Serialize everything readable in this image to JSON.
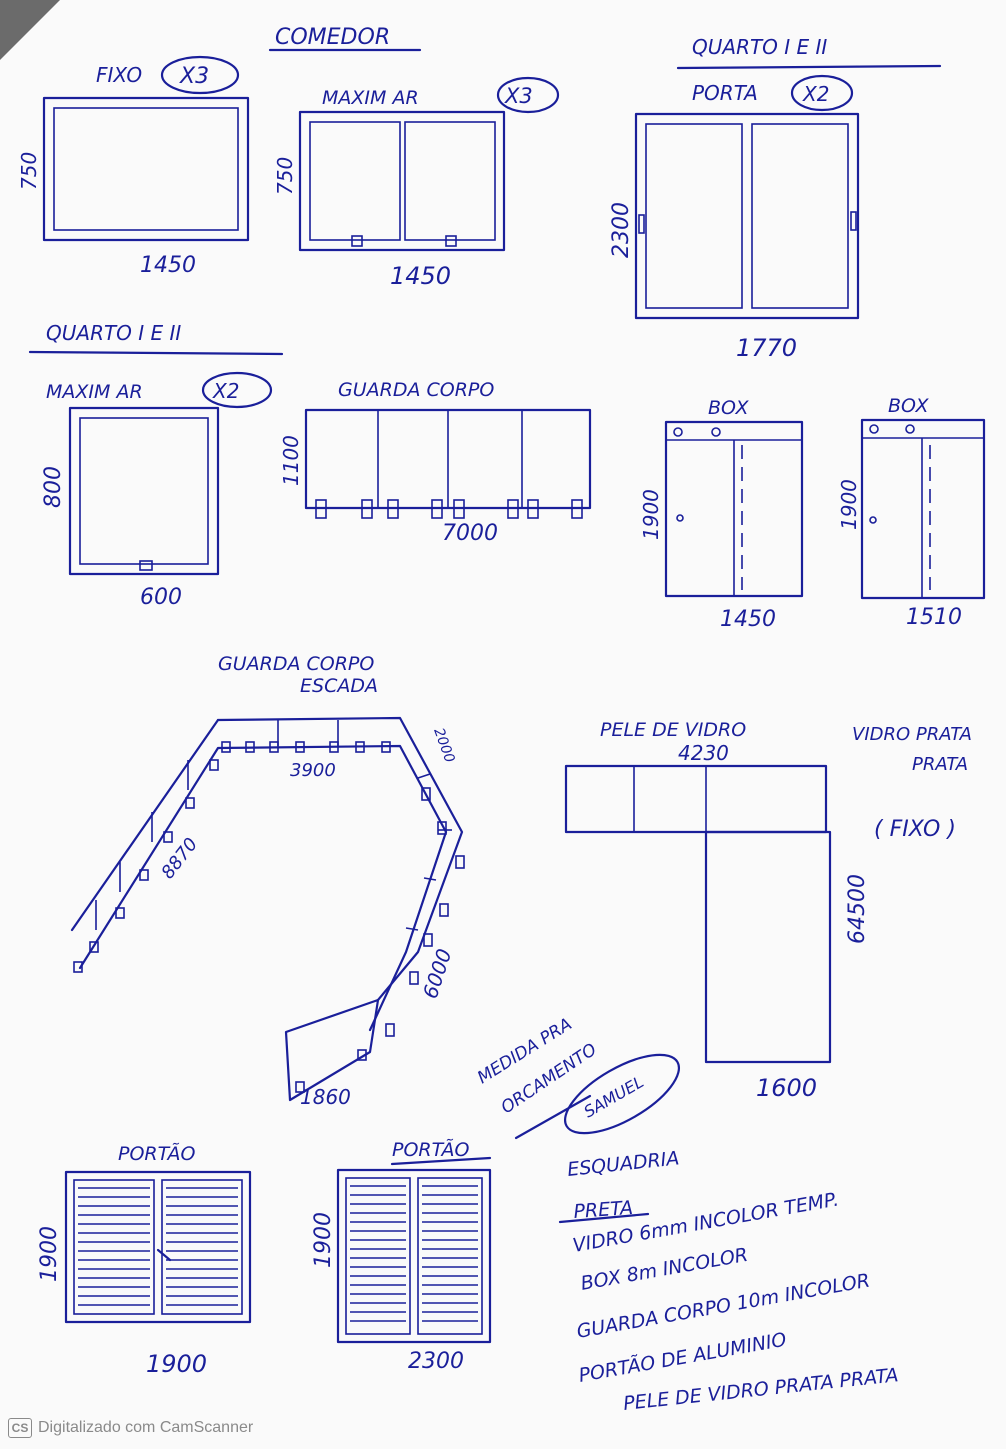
{
  "titles": {
    "comedor": "COMEDOR",
    "quarto_top": "QUARTO I E II",
    "quarto_mid": "QUARTO I E II",
    "guarda_corpo_escada_1": "GUARDA CORPO",
    "guarda_corpo_escada_2": "ESCADA"
  },
  "items": {
    "fixo": {
      "label": "FIXO",
      "qty": "X3",
      "height": "750",
      "width": "1450"
    },
    "maxim_ar_comedor": {
      "label": "MAXIM AR",
      "qty": "X3",
      "height": "750",
      "width": "1450"
    },
    "porta": {
      "label": "PORTA",
      "qty": "X2",
      "height": "2300",
      "width": "1770"
    },
    "maxim_ar_quarto": {
      "label": "MAXIM AR",
      "qty": "X2",
      "height": "800",
      "width": "600"
    },
    "guarda_corpo": {
      "label": "GUARDA CORPO",
      "height": "1100",
      "width": "7000"
    },
    "box_1": {
      "label": "BOX",
      "height": "1900",
      "width": "1450"
    },
    "box_2": {
      "label": "BOX",
      "height": "1900",
      "width": "1510"
    },
    "escada": {
      "seg_top": "3900",
      "seg_left": "8870",
      "seg_right_top": "2000",
      "seg_right": "6000",
      "seg_bottom": "1860"
    },
    "pele_de_vidro": {
      "label": "PELE DE VIDRO",
      "width_top": "4230",
      "height": "64500",
      "width_bottom": "1600"
    },
    "vidro_prata_1": "VIDRO PRATA",
    "vidro_prata_2": "PRATA",
    "fixo_note": "( FIXO )",
    "portao_1": {
      "label": "PORTÃO",
      "height": "1900",
      "width": "1900"
    },
    "portao_2": {
      "label": "PORTÃO",
      "height": "1900",
      "width": "2300"
    }
  },
  "stamp": {
    "line1": "MEDIDA PRA",
    "line2": "ORCAMENTO",
    "signature": "SAMUEL"
  },
  "notes": {
    "line1": "ESQUADRIA",
    "line2": "PRETA",
    "line3": "VIDRO 6mm INCOLOR TEMP.",
    "line4": "BOX 8m INCOLOR",
    "line5": "GUARDA CORPO 10m INCOLOR",
    "line6": "PORTÃO DE ALUMINIO",
    "line7": "PELE DE VIDRO PRATA PRATA"
  },
  "footer": {
    "icon": "CS",
    "text": "Digitalizado com CamScanner"
  },
  "colors": {
    "ink": "#1a1f9a",
    "paper": "#fafafa"
  }
}
